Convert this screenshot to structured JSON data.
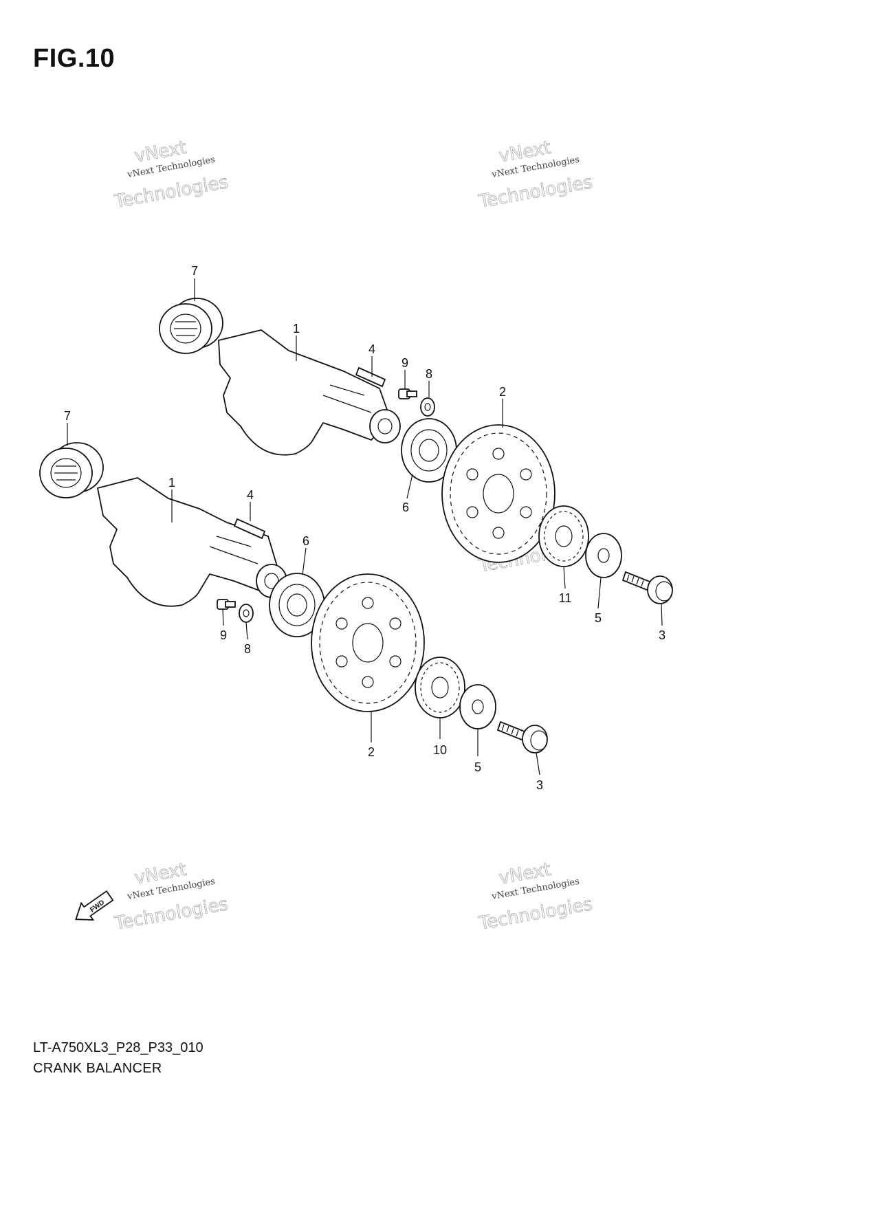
{
  "figure": {
    "title": "FIG.10",
    "doc_code": "LT-A750XL3_P28_P33_010",
    "doc_name": "CRANK BALANCER"
  },
  "watermark": {
    "line1": "vNext Technologies",
    "line2": "vNext",
    "line3": "Technologies"
  },
  "fwd_label": "FWD",
  "callouts": {
    "upper": {
      "p7": "7",
      "p1": "1",
      "p4": "4",
      "p9": "9",
      "p8": "8",
      "p6": "6",
      "p2": "2",
      "p11": "11",
      "p5": "5",
      "p3": "3"
    },
    "lower": {
      "p7": "7",
      "p1": "1",
      "p4": "4",
      "p6": "6",
      "p9": "9",
      "p8": "8",
      "p2": "2",
      "p10": "10",
      "p5": "5",
      "p3": "3"
    }
  }
}
